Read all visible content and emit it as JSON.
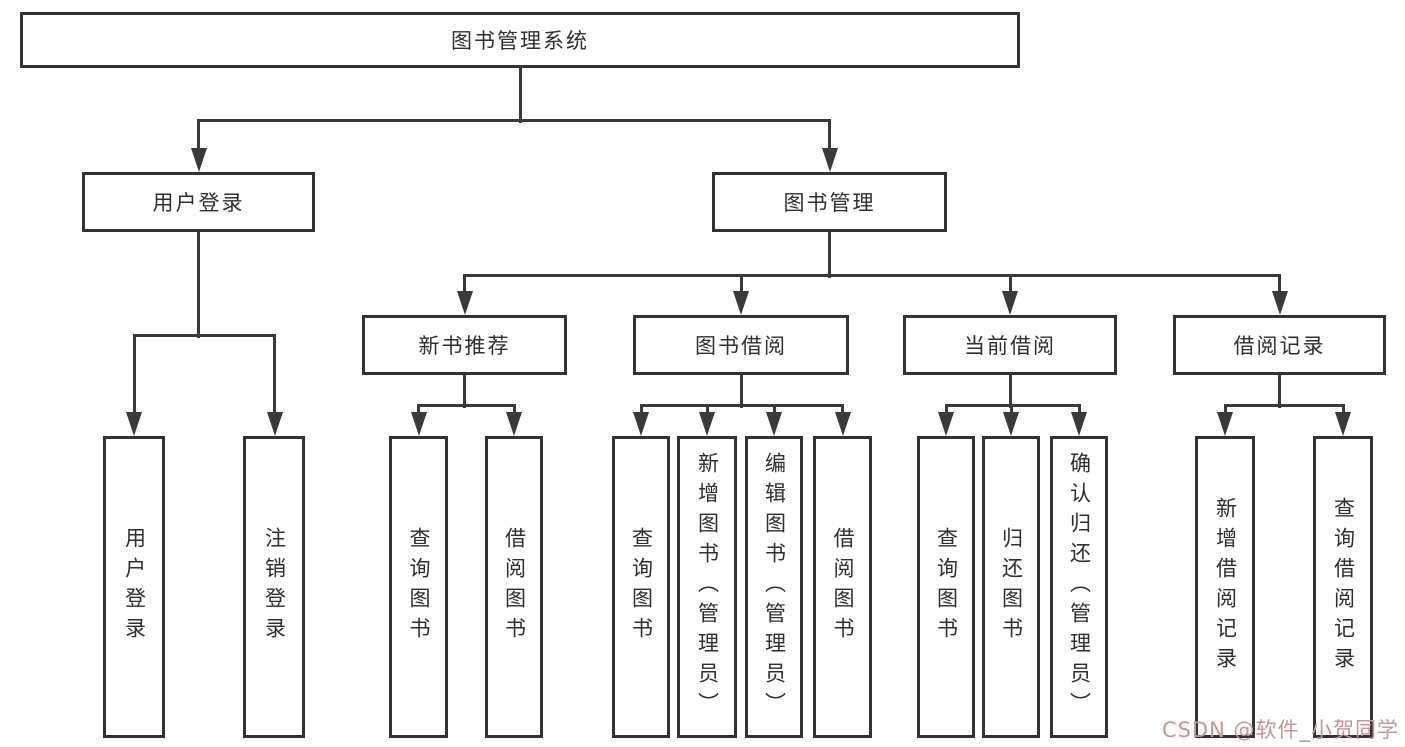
{
  "diagram": {
    "root": {
      "label": "图书管理系统",
      "children": [
        {
          "label": "用户登录",
          "children": [
            {
              "label": "用户登录"
            },
            {
              "label": "注销登录"
            }
          ]
        },
        {
          "label": "图书管理",
          "children": [
            {
              "label": "新书推荐",
              "children": [
                {
                  "label": "查询图书"
                },
                {
                  "label": "借阅图书"
                }
              ]
            },
            {
              "label": "图书借阅",
              "children": [
                {
                  "label": "查询图书"
                },
                {
                  "label": "新增图书（管理员）"
                },
                {
                  "label": "编辑图书（管理员）"
                },
                {
                  "label": "借阅图书"
                }
              ]
            },
            {
              "label": "当前借阅",
              "children": [
                {
                  "label": "查询图书"
                },
                {
                  "label": "归还图书"
                },
                {
                  "label": "确认归还（管理员）"
                }
              ]
            },
            {
              "label": "借阅记录",
              "children": [
                {
                  "label": "新增借阅记录"
                },
                {
                  "label": "查询借阅记录"
                }
              ]
            }
          ]
        }
      ]
    }
  },
  "watermark": {
    "text": "CSDN @软件_小贺同学"
  },
  "colors": {
    "box_border": "#333333",
    "connector_line": "#3a3a3a",
    "label_text": "#2f2f2f",
    "watermark_text": "#c89595",
    "background": "#ffffff"
  }
}
